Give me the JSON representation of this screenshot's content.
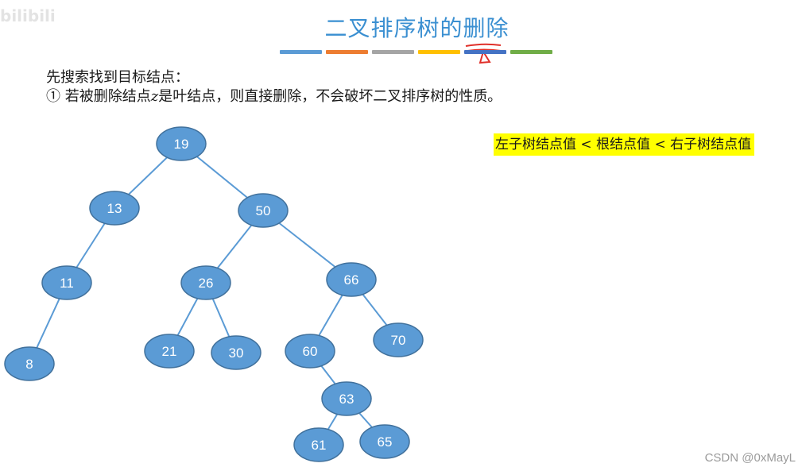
{
  "watermark": "bilibili",
  "title": "二叉排序树的删除",
  "title_colorbar": [
    "#5b9bd5",
    "#ed7d31",
    "#a5a5a5",
    "#ffc000",
    "#4472c4",
    "#70ad47"
  ],
  "text": {
    "line1": "先搜索找到目标结点：",
    "line2_prefix": "① 若被删除结点",
    "line2_var": "z",
    "line2_suffix": "是叶结点，则直接删除，不会破坏二叉排序树的性质。"
  },
  "note": "左子树结点值 < 根结点值 < 右子树结点值",
  "tree": {
    "nodes": [
      {
        "id": "n19",
        "label": "19"
      },
      {
        "id": "n13",
        "label": "13"
      },
      {
        "id": "n50",
        "label": "50"
      },
      {
        "id": "n11",
        "label": "11"
      },
      {
        "id": "n26",
        "label": "26"
      },
      {
        "id": "n66",
        "label": "66"
      },
      {
        "id": "n8",
        "label": "8"
      },
      {
        "id": "n21",
        "label": "21"
      },
      {
        "id": "n30",
        "label": "30"
      },
      {
        "id": "n60",
        "label": "60"
      },
      {
        "id": "n70",
        "label": "70"
      },
      {
        "id": "n63",
        "label": "63"
      },
      {
        "id": "n61",
        "label": "61"
      },
      {
        "id": "n65",
        "label": "65"
      }
    ],
    "edges": [
      [
        "n19",
        "n13"
      ],
      [
        "n19",
        "n50"
      ],
      [
        "n13",
        "n11"
      ],
      [
        "n11",
        "n8"
      ],
      [
        "n50",
        "n26"
      ],
      [
        "n50",
        "n66"
      ],
      [
        "n26",
        "n21"
      ],
      [
        "n26",
        "n30"
      ],
      [
        "n66",
        "n60"
      ],
      [
        "n66",
        "n70"
      ],
      [
        "n60",
        "n63"
      ],
      [
        "n63",
        "n61"
      ],
      [
        "n63",
        "n65"
      ]
    ]
  },
  "credit": "CSDN @0xMayL"
}
